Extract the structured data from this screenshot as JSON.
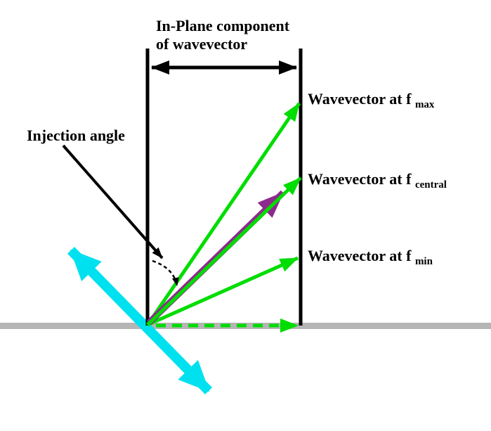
{
  "diagram": {
    "title_line1": "In-Plane component",
    "title_line2": "of wavevector",
    "injection_angle_label": "Injection angle",
    "wavevectors": {
      "max": {
        "label": "Wavevector at f",
        "sub": "max"
      },
      "central": {
        "label": "Wavevector at f",
        "sub": "central"
      },
      "min": {
        "label": "Wavevector at f",
        "sub": "min"
      }
    },
    "colors": {
      "green": "#00DD00",
      "purple": "#8E2A8E",
      "cyan": "#00E1F0",
      "gray": "#B5B5B5",
      "black": "#000000"
    }
  }
}
